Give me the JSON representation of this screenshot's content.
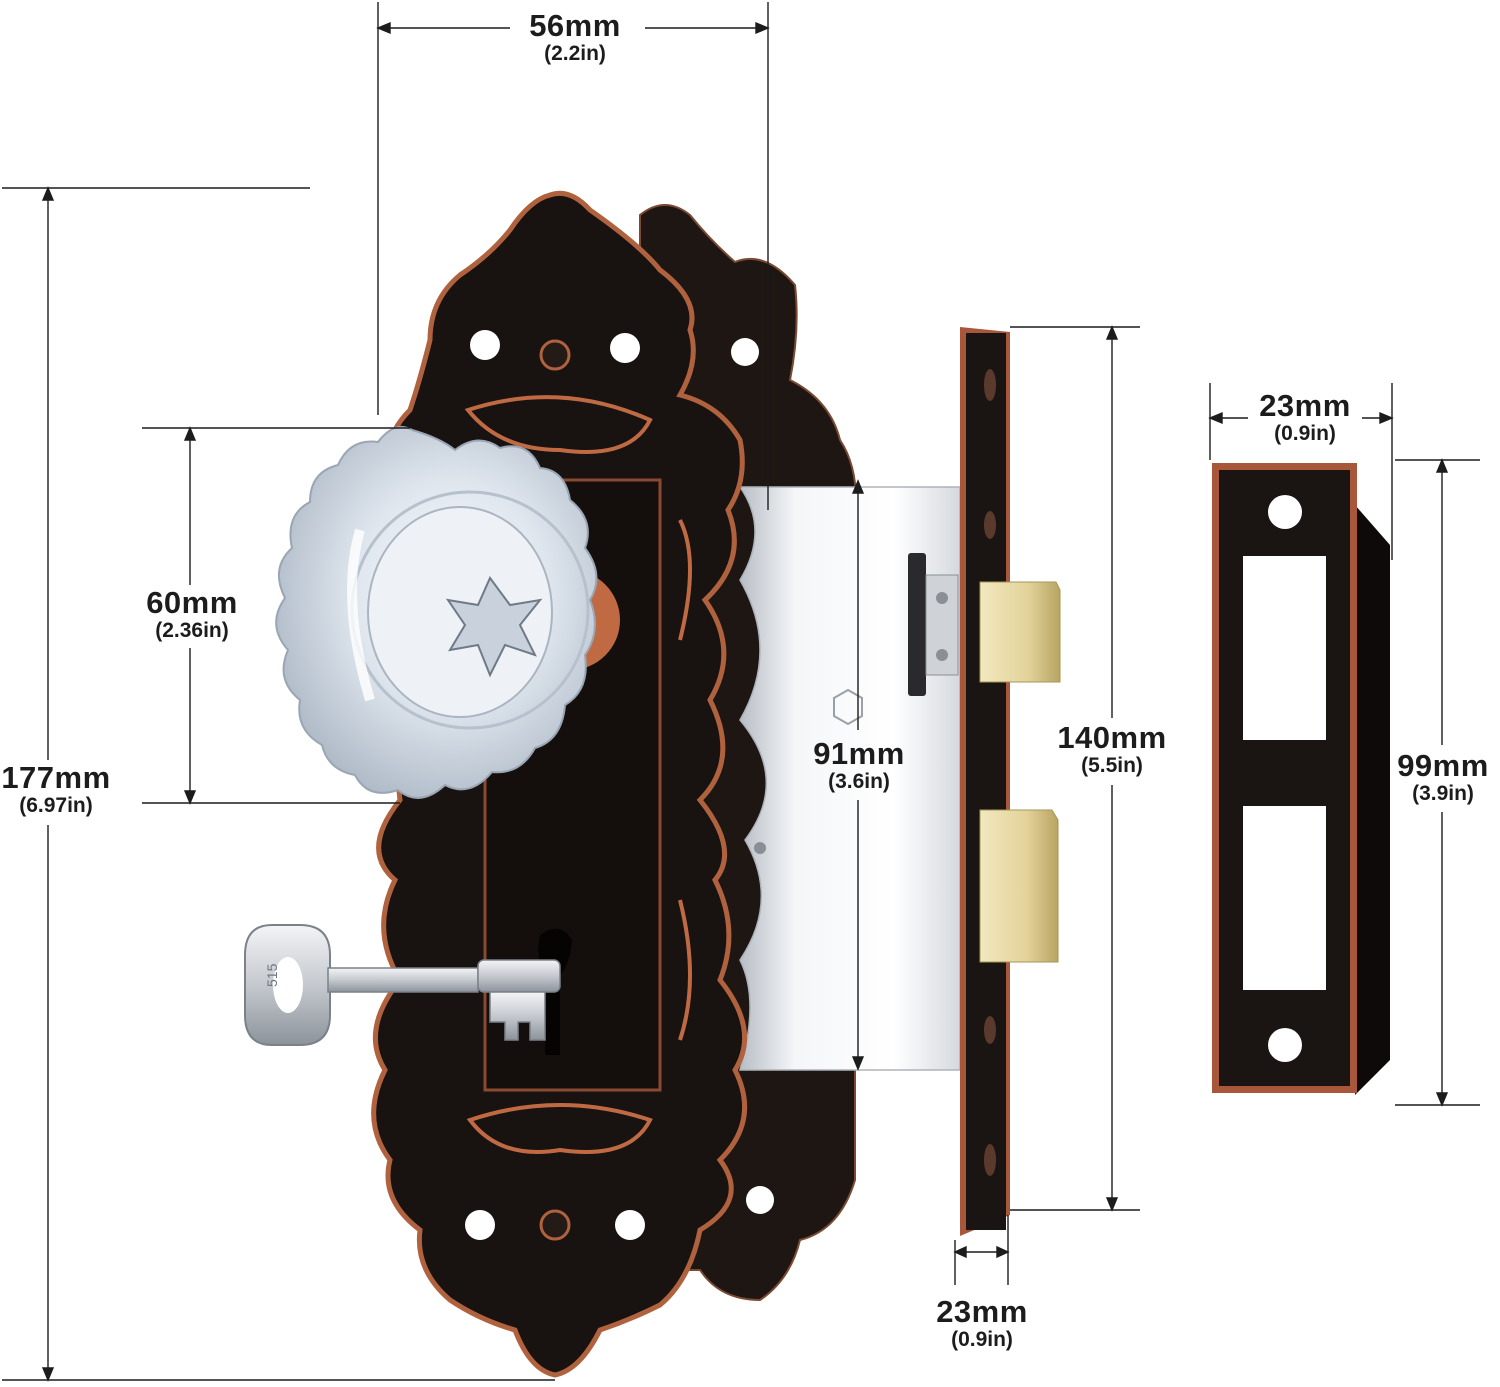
{
  "colors": {
    "plate": "#161210",
    "plate_edge": "#2a1c16",
    "copper": "#b0623e",
    "copper_light": "#d78c64",
    "steel": "#eef1f4",
    "steel_shadow": "#c7ccd3",
    "brass": "#e7d9a4",
    "brass_dark": "#bfae6b",
    "glass": "#e6edf5",
    "dim_line": "#1c1c1c",
    "background": "#ffffff"
  },
  "parts": {
    "backplate": "decorative backplate",
    "knob": "crystal glass knob",
    "key": "skeleton key",
    "key_engraving": "515",
    "mortise_body": "mortise lock body",
    "faceplate": "mortise faceplate",
    "strike_plate": "strike plate"
  },
  "dimensions": {
    "plate_width": {
      "mm": "56mm",
      "in": "(2.2in)"
    },
    "plate_height": {
      "mm": "177mm",
      "in": "(6.97in)"
    },
    "knob_diameter": {
      "mm": "60mm",
      "in": "(2.36in)"
    },
    "body_height": {
      "mm": "91mm",
      "in": "(3.6in)"
    },
    "faceplate_height": {
      "mm": "140mm",
      "in": "(5.5in)"
    },
    "faceplate_width": {
      "mm": "23mm",
      "in": "(0.9in)"
    },
    "strike_width": {
      "mm": "23mm",
      "in": "(0.9in)"
    },
    "strike_height": {
      "mm": "99mm",
      "in": "(3.9in)"
    }
  }
}
